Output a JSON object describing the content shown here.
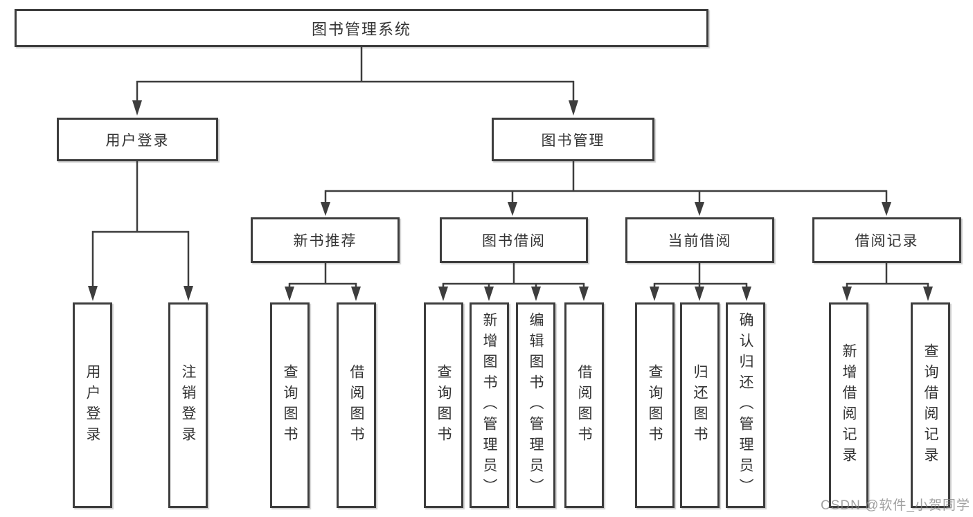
{
  "colors": {
    "line": "#3d3d3d",
    "text": "#333333",
    "box_background": "#ffffff",
    "watermark_text_color": "#828282"
  },
  "watermark": {
    "text": "CSDN @软件_小贺同学"
  },
  "diagram": {
    "title": "图书管理系统",
    "level2": [
      {
        "label": "用户登录"
      },
      {
        "label": "图书管理"
      }
    ],
    "level3": [
      {
        "label": "新书推荐"
      },
      {
        "label": "图书借阅"
      },
      {
        "label": "当前借阅"
      },
      {
        "label": "借阅记录"
      }
    ],
    "leaves": [
      {
        "label": "用户登录"
      },
      {
        "label": "注销登录"
      },
      {
        "label": "查询图书"
      },
      {
        "label": "借阅图书"
      },
      {
        "label": "查询图书"
      },
      {
        "label": "新增图书（管理员）"
      },
      {
        "label": "编辑图书（管理员）"
      },
      {
        "label": "借阅图书"
      },
      {
        "label": "查询图书"
      },
      {
        "label": "归还图书"
      },
      {
        "label": "确认归还（管理员）"
      },
      {
        "label": "新增借阅记录"
      },
      {
        "label": "查询借阅记录"
      }
    ]
  }
}
